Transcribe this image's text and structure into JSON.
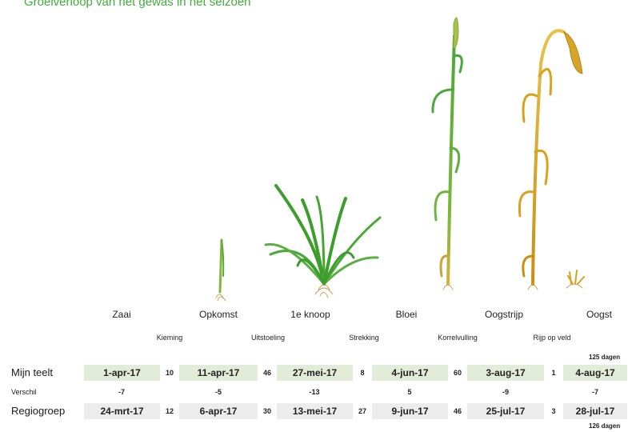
{
  "title": "Groeiverloop van het gewas in het seizoen",
  "stages": [
    "Zaai",
    "Opkomst",
    "1e knoop",
    "Bloei",
    "Oogstrijp",
    "Oogst"
  ],
  "transitions": [
    "Kieming",
    "Uitstoeling",
    "Strekking",
    "Korrelvulling",
    "Rijp op veld"
  ],
  "mijn_teelt": {
    "label": "Mijn teelt",
    "dates": [
      "1-apr-17",
      "11-apr-17",
      "27-mei-17",
      "4-jun-17",
      "3-aug-17",
      "4-aug-17"
    ],
    "gaps": [
      "10",
      "46",
      "8",
      "60",
      "1"
    ],
    "total": "125 dagen"
  },
  "verschil": {
    "label": "Verschil",
    "values": [
      "-7",
      "-5",
      "-13",
      "5",
      "-9",
      "-7"
    ]
  },
  "regiogroep": {
    "label": "Regiogroep",
    "dates": [
      "24-mrt-17",
      "6-apr-17",
      "13-mei-17",
      "9-jun-17",
      "25-jul-17",
      "28-jul-17"
    ],
    "gaps": [
      "12",
      "30",
      "27",
      "46",
      "3"
    ],
    "total": "126 dagen"
  },
  "colors": {
    "title": "#3fae3a",
    "mijn_teelt_cell": "#e3ecd8",
    "regiogroep_cell": "#ececec",
    "leaf_green": "#3e9e2c",
    "leaf_ripe": "#d9a21c"
  }
}
